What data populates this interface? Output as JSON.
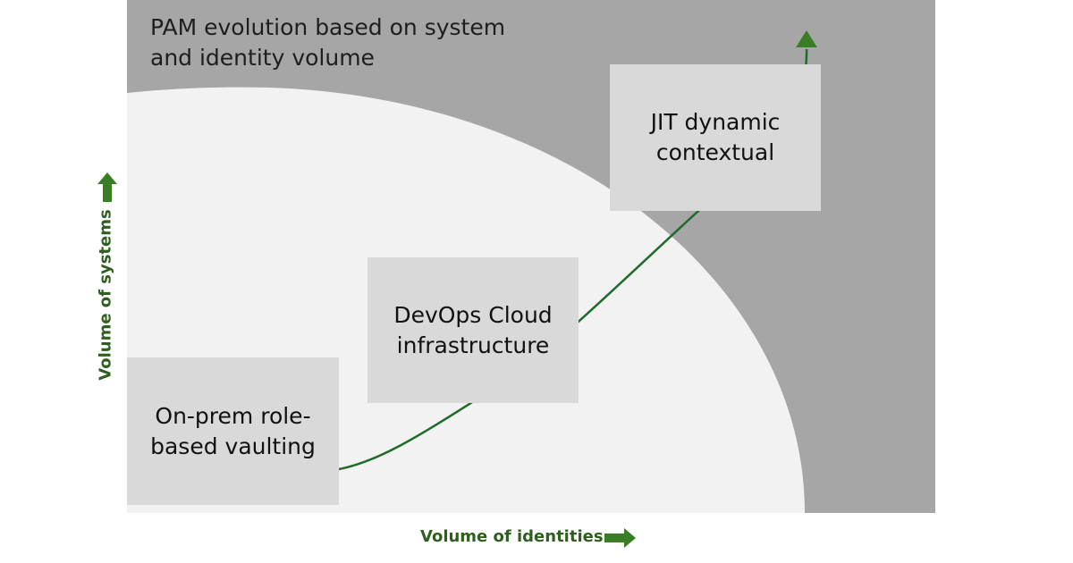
{
  "title": "PAM evolution based on system and identity volume",
  "x_axis_label": "Volume of identities",
  "y_axis_label": "Volume of systems",
  "stages": [
    {
      "label": "On-prem role-based vaulting"
    },
    {
      "label": "DevOps Cloud infrastructure"
    },
    {
      "label": "JIT dynamic contextual"
    }
  ],
  "colors": {
    "outer": "#a6a6a6",
    "inner": "#f2f2f2",
    "box": "#d9d9d9",
    "curve": "#1f6b2a",
    "arrow": "#3a7d27",
    "axis_text": "#2f5f1f"
  }
}
